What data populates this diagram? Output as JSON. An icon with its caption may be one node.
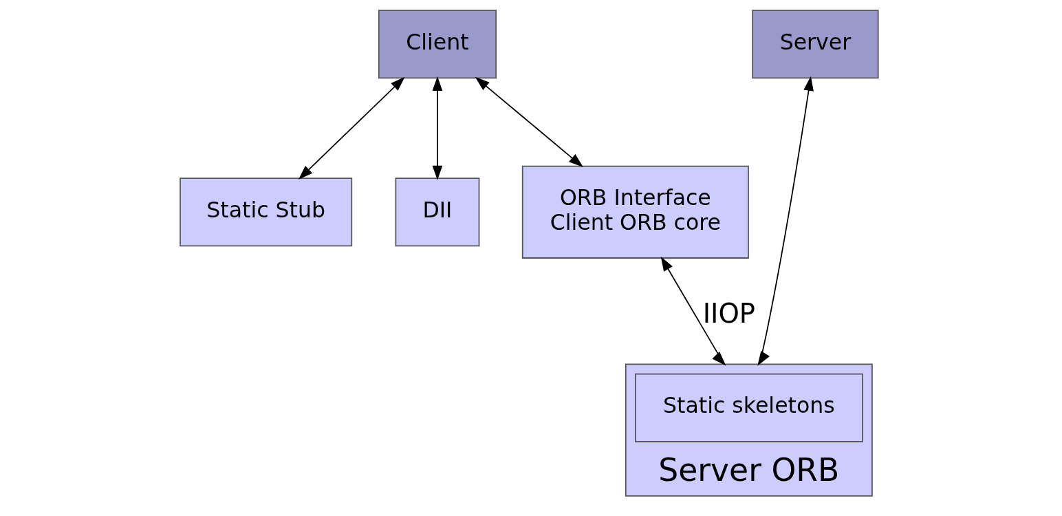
{
  "diagram": {
    "nodes": [
      {
        "text": [
          "Client"
        ]
      },
      {
        "text": [
          "Server"
        ]
      },
      {
        "text": [
          "Static Stub"
        ]
      },
      {
        "text": [
          "DII"
        ]
      },
      {
        "text": [
          "ORB Interface",
          "Client ORB core"
        ]
      },
      {
        "text": [
          "Server ORB"
        ]
      },
      {
        "text": [
          "Static skeletons"
        ],
        "in": 5
      }
    ],
    "edges": [
      {
        "from": 0,
        "to": 2,
        "arrow": "both"
      },
      {
        "from": 0,
        "to": 3,
        "arrow": "both"
      },
      {
        "from": 0,
        "to": 4,
        "arrow": "both"
      },
      {
        "from": 1,
        "to": 5,
        "arrow": "both"
      },
      {
        "from": 4,
        "to": 5,
        "arrow": "both",
        "label": "IIOP"
      }
    ]
  }
}
